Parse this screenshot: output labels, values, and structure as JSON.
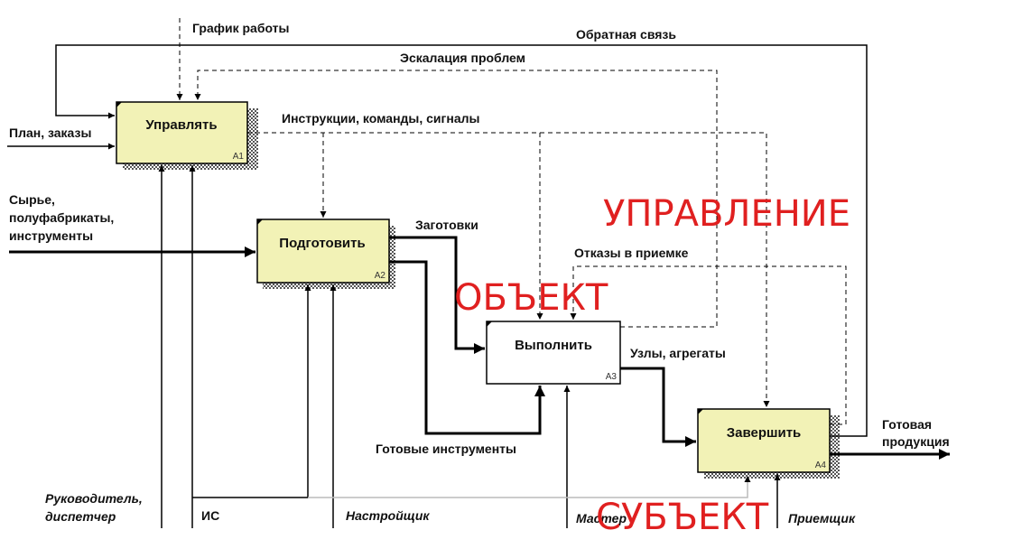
{
  "boxes": {
    "a1": {
      "title": "Управлять",
      "id": "A1",
      "fill": "#f2f2b6"
    },
    "a2": {
      "title": "Подготовить",
      "id": "A2",
      "fill": "#f2f2b6"
    },
    "a3": {
      "title": "Выполнить",
      "id": "A3",
      "fill": "#ffffff"
    },
    "a4": {
      "title": "Завершить",
      "id": "A4",
      "fill": "#f2f2b6"
    }
  },
  "labels": {
    "schedule": "График работы",
    "feedback": "Обратная связь",
    "escalation": "Эскалация проблем",
    "instructions": "Инструкции, команды, сигналы",
    "plan": "План, заказы",
    "raw1": "Сырье,",
    "raw2": "полуфабрикаты,",
    "raw3": "инструменты",
    "blanks": "Заготовки",
    "rejects": "Отказы в приемке",
    "assemblies": "Узлы, агрегаты",
    "ready_tools": "Готовые инструменты",
    "product1": "Готовая",
    "product2": "продукция",
    "manager1": "Руководитель,",
    "manager2": "диспетчер",
    "is": "ИС",
    "setter": "Настройщик",
    "master": "Мастер",
    "inspector": "Приемщик"
  },
  "annotations": {
    "control": "УПРАВЛЕНИЕ",
    "object": "ОБЪЕКТ",
    "subject": "СУБЪЕКТ"
  },
  "colors": {
    "box_fill": "#f2f2b6",
    "annotation": "#e02020"
  }
}
